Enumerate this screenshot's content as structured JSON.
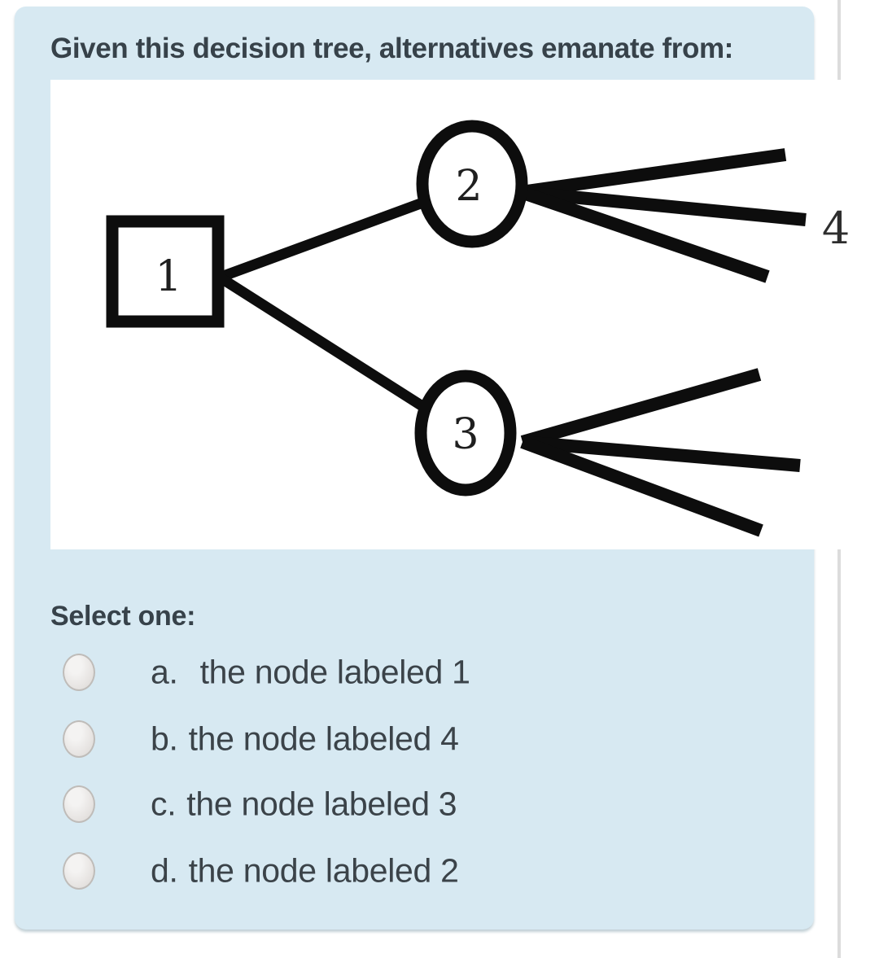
{
  "chrome": {
    "divider_color": "#dcdcdc"
  },
  "card": {
    "background": "#d7e9f2",
    "title": "Given this decision tree, alternatives emanate from:"
  },
  "question": {
    "select_prompt": "Select one:",
    "options": [
      {
        "letter": "a.",
        "text": "the node labeled 1",
        "selected": false
      },
      {
        "letter": "b.",
        "text": "the node labeled 4",
        "selected": false
      },
      {
        "letter": "c.",
        "text": "the node labeled 3",
        "selected": false
      },
      {
        "letter": "d.",
        "text": "the node labeled 2",
        "selected": false
      }
    ]
  },
  "diagram": {
    "type": "decision-tree",
    "background": "#ffffff",
    "line_color": "#0d0d0d",
    "nodes": {
      "decision_square": "1",
      "chance_top": "2",
      "chance_bottom": "3",
      "outcome_label": "4"
    },
    "edges": [
      "1-2",
      "1-3",
      "2-branch-up",
      "2-branch-mid",
      "2-branch-down",
      "3-branch-up",
      "3-branch-mid",
      "3-branch-down"
    ]
  }
}
